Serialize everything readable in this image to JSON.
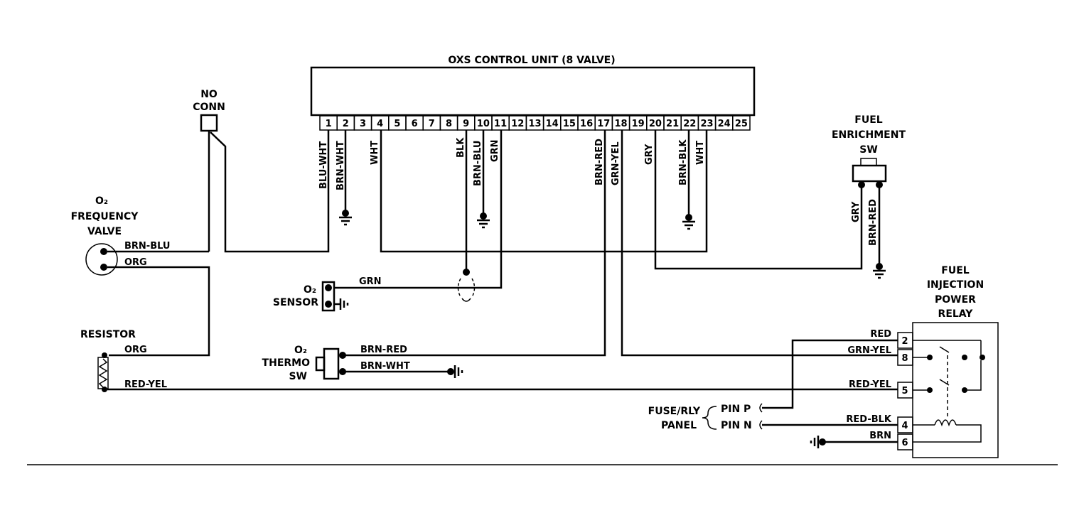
{
  "control_unit": {
    "title": "OXS CONTROL UNIT (8 VALVE)",
    "pins": [
      "1",
      "2",
      "3",
      "4",
      "5",
      "6",
      "7",
      "8",
      "9",
      "10",
      "11",
      "12",
      "13",
      "14",
      "15",
      "16",
      "17",
      "18",
      "19",
      "20",
      "21",
      "22",
      "23",
      "24",
      "25"
    ]
  },
  "components": {
    "no_conn": [
      "NO",
      "CONN"
    ],
    "o2_frequency_valve": [
      "O₂",
      "FREQUENCY",
      "VALVE"
    ],
    "resistor": "RESISTOR",
    "o2_sensor": [
      "O₂",
      "SENSOR"
    ],
    "o2_thermo_sw": [
      "O₂",
      "THERMO",
      "SW"
    ],
    "fuel_enrichment_sw": [
      "FUEL",
      "ENRICHMENT",
      "SW"
    ],
    "fuel_injection_power_relay": [
      "FUEL",
      "INJECTION",
      "POWER",
      "RELAY"
    ],
    "fuse_rly_panel": [
      "FUSE/RLY",
      "PANEL"
    ]
  },
  "wire_labels": {
    "pin1": "BLU-WHT",
    "pin2": "BRN-WHT",
    "pin4": "WHT",
    "pin9": "BLK",
    "pin10": "BRN-BLU",
    "pin11": "GRN",
    "pin17": "BRN-RED",
    "pin18": "GRN-YEL",
    "pin20": "GRY",
    "pin22": "BRN-BLK",
    "pin23": "WHT",
    "valve_top": "BRN-BLU",
    "valve_bottom": "ORG",
    "resistor_top": "ORG",
    "resistor_bottom": "RED-YEL",
    "sensor": "GRN",
    "thermo_top": "BRN-RED",
    "thermo_bottom": "BRN-WHT",
    "enrich_left": "GRY",
    "enrich_right": "BRN-RED",
    "relay_2": "RED",
    "relay_8": "GRN-YEL",
    "relay_5": "RED-YEL",
    "relay_4": "RED-BLK",
    "relay_6": "BRN"
  },
  "relay_pins": [
    "2",
    "8",
    "5",
    "4",
    "6"
  ],
  "panel_pins": [
    "PIN P",
    "PIN N"
  ]
}
